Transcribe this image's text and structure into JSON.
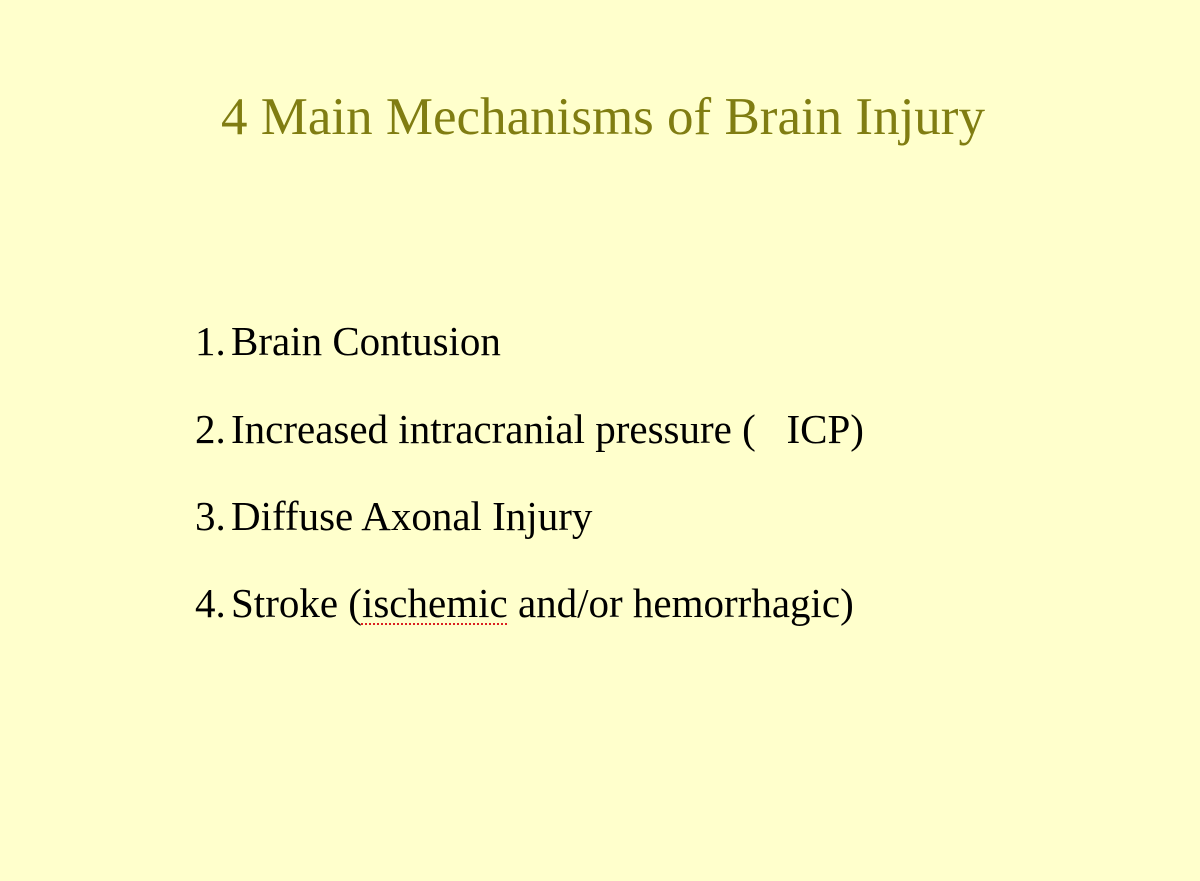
{
  "slide": {
    "title": "4 Main Mechanisms of Brain Injury",
    "items": [
      {
        "number": "1.",
        "text": "Brain Contusion"
      },
      {
        "number": "2.",
        "text": "Increased intracranial pressure (   ICP)"
      },
      {
        "number": "3.",
        "text": "Diffuse Axonal Injury"
      },
      {
        "number": "4.",
        "text_before": "Stroke (",
        "text_flagged": "ischemic",
        "text_after": " and/or hemorrhagic)"
      }
    ]
  },
  "colors": {
    "background": "#ffffcc",
    "title": "#807d12",
    "body_text": "#000000",
    "spellcheck_underline": "#d92020"
  }
}
